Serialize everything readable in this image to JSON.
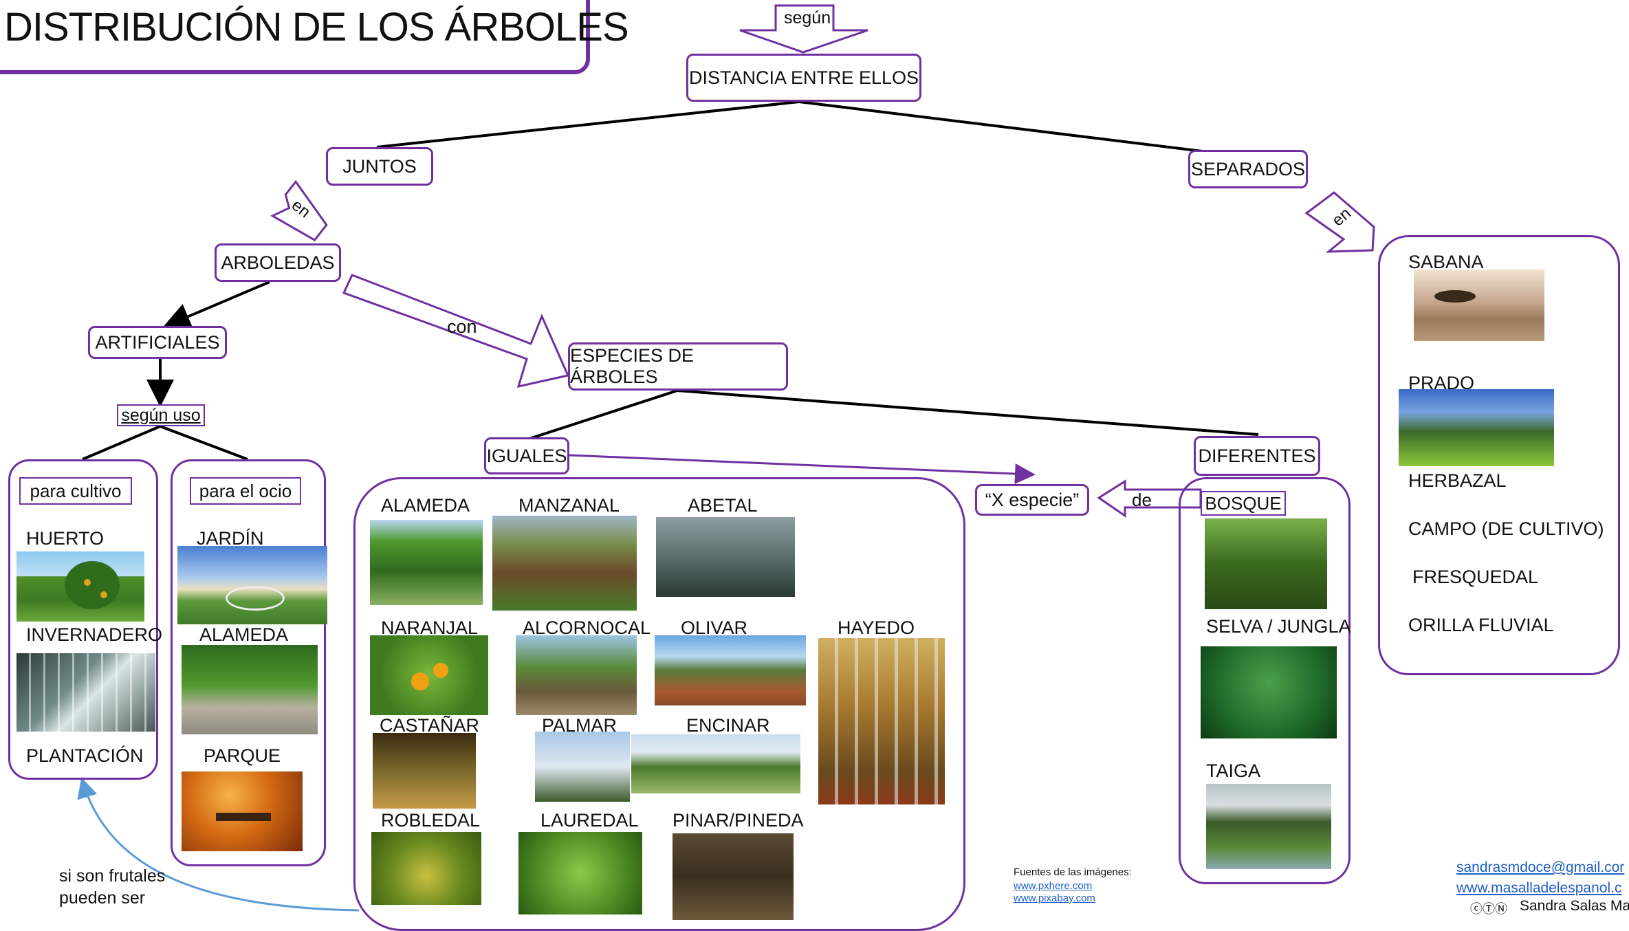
{
  "title": "DISTRIBUCIÓN DE LOS ÁRBOLES",
  "top_arrow": "según",
  "root": "DISTANCIA ENTRE ELLOS",
  "juntos": "JUNTOS",
  "separados": "SEPARADOS",
  "en_left": "en",
  "en_right": "en",
  "arboledas": "ARBOLEDAS",
  "con": "con",
  "especies": "ESPECIES DE ÁRBOLES",
  "artificiales": "ARTIFICIALES",
  "segun_uso": "según uso",
  "para_cultivo": "para cultivo",
  "para_ocio": "para el ocio",
  "cultivo_items": [
    "HUERTO",
    "INVERNADERO",
    "PLANTACIÓN"
  ],
  "ocio_items": [
    "JARDÍN",
    "ALAMEDA",
    "PARQUE"
  ],
  "iguales": "IGUALES",
  "diferentes": "DIFERENTES",
  "x_especie": "“X especie”",
  "de": "de",
  "iguales_items": [
    "ALAMEDA",
    "MANZANAL",
    "ABETAL",
    "NARANJAL",
    "ALCORNOCAL",
    "OLIVAR",
    "HAYEDO",
    "CASTAÑAR",
    "PALMAR",
    "ENCINAR",
    "ROBLEDAL",
    "LAUREDAL",
    "PINAR/PINEDA"
  ],
  "diferentes_items": [
    "BOSQUE",
    "SELVA / JUNGLA",
    "TAIGA"
  ],
  "separados_items": [
    "SABANA",
    "PRADO",
    "HERBAZAL",
    "CAMPO  (DE CULTIVO)",
    "FRESQUEDAL",
    "ORILLA FLUVIAL"
  ],
  "frutales_note": [
    "si son frutales",
    "pueden ser"
  ],
  "sources": {
    "label": "Fuentes de las imágenes:",
    "links": [
      "www.pxhere.com",
      "www.pixabay.com"
    ]
  },
  "credits": {
    "email": "sandrasmdoce@gmail.cor",
    "site": "www.masalladelespanol.c",
    "author": "Sandra Salas Ma",
    "license_icons": "cc-by-sa-icons"
  },
  "colors": {
    "accent": "#7030a0",
    "connector": "#000000",
    "note_arrow": "#5b9bd5"
  }
}
